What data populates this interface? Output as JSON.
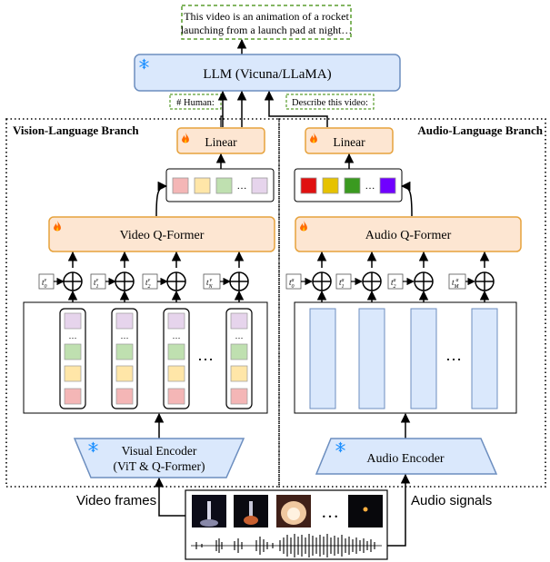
{
  "diagram": {
    "output_text_line1": "This video is an animation of a rocket",
    "output_text_line2": "launching from a launch pad at night…",
    "llm_label": "LLM (Vicuna/LLaMA)",
    "prompt_human": "# Human:",
    "prompt_describe": "Describe this video:",
    "vision_branch_title": "Vision-Language Branch",
    "audio_branch_title": "Audio-Language Branch",
    "vision_linear": "Linear",
    "audio_linear": "Linear",
    "video_qformer": "Video Q-Former",
    "audio_qformer": "Audio Q-Former",
    "ellipsis": "…",
    "visual_encoder_line1": "Visual Encoder",
    "visual_encoder_line2": "(ViT & Q-Former)",
    "audio_encoder": "Audio Encoder",
    "video_frames_label": "Video frames",
    "audio_signals_label": "Audio signals",
    "video_pos_embeddings": [
      {
        "base": "t",
        "sup": "v",
        "sub": "0"
      },
      {
        "base": "t",
        "sup": "v",
        "sub": "1"
      },
      {
        "base": "t",
        "sup": "v",
        "sub": "2"
      },
      {
        "base": "t",
        "sup": "v",
        "sub": "N"
      }
    ],
    "audio_pos_embeddings": [
      {
        "base": "t",
        "sup": "a",
        "sub": "0"
      },
      {
        "base": "t",
        "sup": "a",
        "sub": "1"
      },
      {
        "base": "t",
        "sup": "a",
        "sub": "2"
      },
      {
        "base": "t",
        "sup": "a",
        "sub": "M"
      }
    ],
    "icons": {
      "frozen": "snowflake-icon",
      "trainable": "flame-icon"
    },
    "colors": {
      "llm_fill": "#dae8fc",
      "llm_stroke": "#6c8ebf",
      "orange_fill": "#fde6d2",
      "orange_stroke": "#e6a23c",
      "dashed_green": "#5a9e2f",
      "snowflake": "#1e90ff",
      "flame": "#ff6a00"
    },
    "video_token_colors": [
      "#f4b6b6",
      "#ffe6a8",
      "#bfe0b0",
      "#e6d4ec"
    ],
    "audio_token_colors": [
      "#e01010",
      "#e6c200",
      "#3a9a20",
      "#7000ff"
    ]
  }
}
